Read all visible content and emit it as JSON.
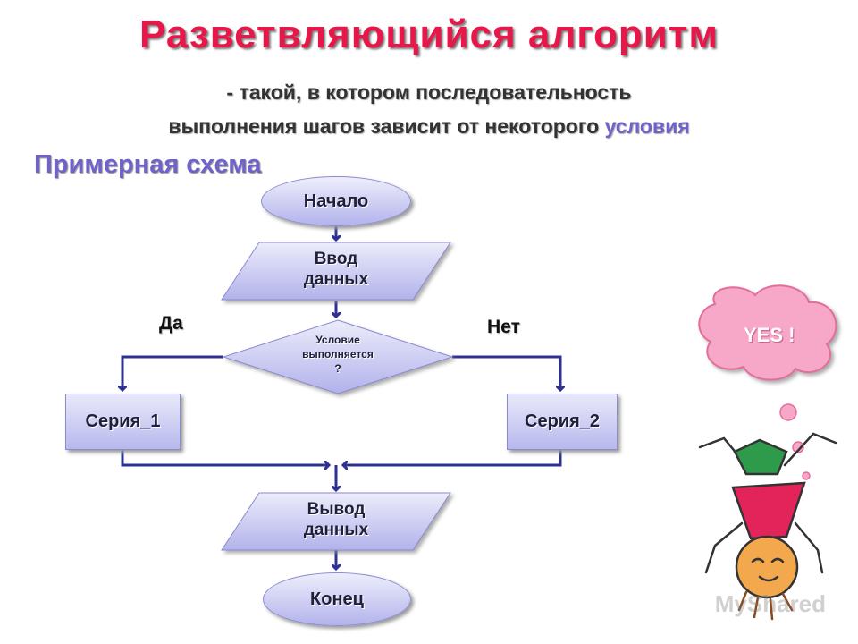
{
  "title": "Разветвляющийся алгоритм",
  "subtitle_line1": "- такой, в котором последовательность",
  "subtitle_line2_prefix": "выполнения шагов зависит от некоторого ",
  "subtitle_line2_highlight": "условия",
  "scheme_label": "Примерная схема",
  "flowchart": {
    "start": "Начало",
    "input_line1": "Ввод",
    "input_line2": "данных",
    "condition_line1": "Условие",
    "condition_line2": "выполняется",
    "condition_line3": "?",
    "yes_label": "Да",
    "no_label": "Нет",
    "series1": "Серия_1",
    "series2": "Серия_2",
    "output_line1": "Вывод",
    "output_line2": "данных",
    "end": "Конец"
  },
  "cartoon": {
    "bubble_text": "YES !"
  },
  "watermark": "MyShared",
  "colors": {
    "title": "#e8174a",
    "accent": "#6f63c9",
    "shape_fill": "#c8c8f2",
    "connector": "#2e3192",
    "bubble": "#f7a7c8"
  }
}
